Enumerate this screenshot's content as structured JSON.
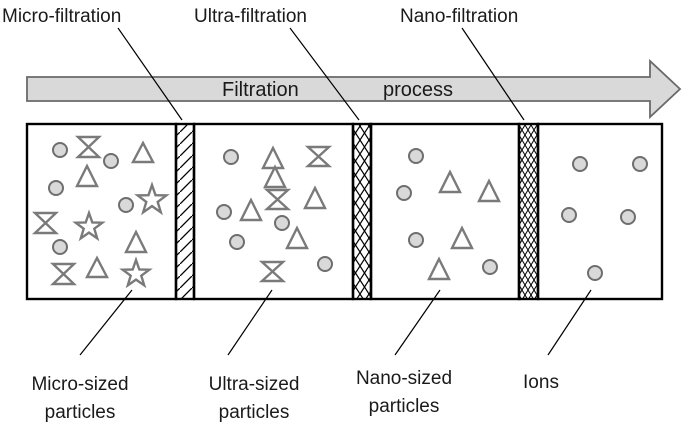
{
  "diagram": {
    "membranes": [
      {
        "label": "Micro-filtration",
        "pattern": "diagonal"
      },
      {
        "label": "Ultra-filtration",
        "pattern": "cross"
      },
      {
        "label": "Nano-filtration",
        "pattern": "dense-cross"
      }
    ],
    "arrow": {
      "word1": "Filtration",
      "word2": "process"
    },
    "chambers": [
      {
        "line1": "Micro-sized",
        "line2": "particles"
      },
      {
        "line1": "Ultra-sized",
        "line2": "particles"
      },
      {
        "line1": "Nano-sized",
        "line2": "particles"
      },
      {
        "line1": "Ions",
        "line2": ""
      }
    ],
    "colors": {
      "arrow_fill": "#d9d9d9",
      "particle_stroke": "#7a7a7a",
      "outline": "#000000"
    }
  }
}
